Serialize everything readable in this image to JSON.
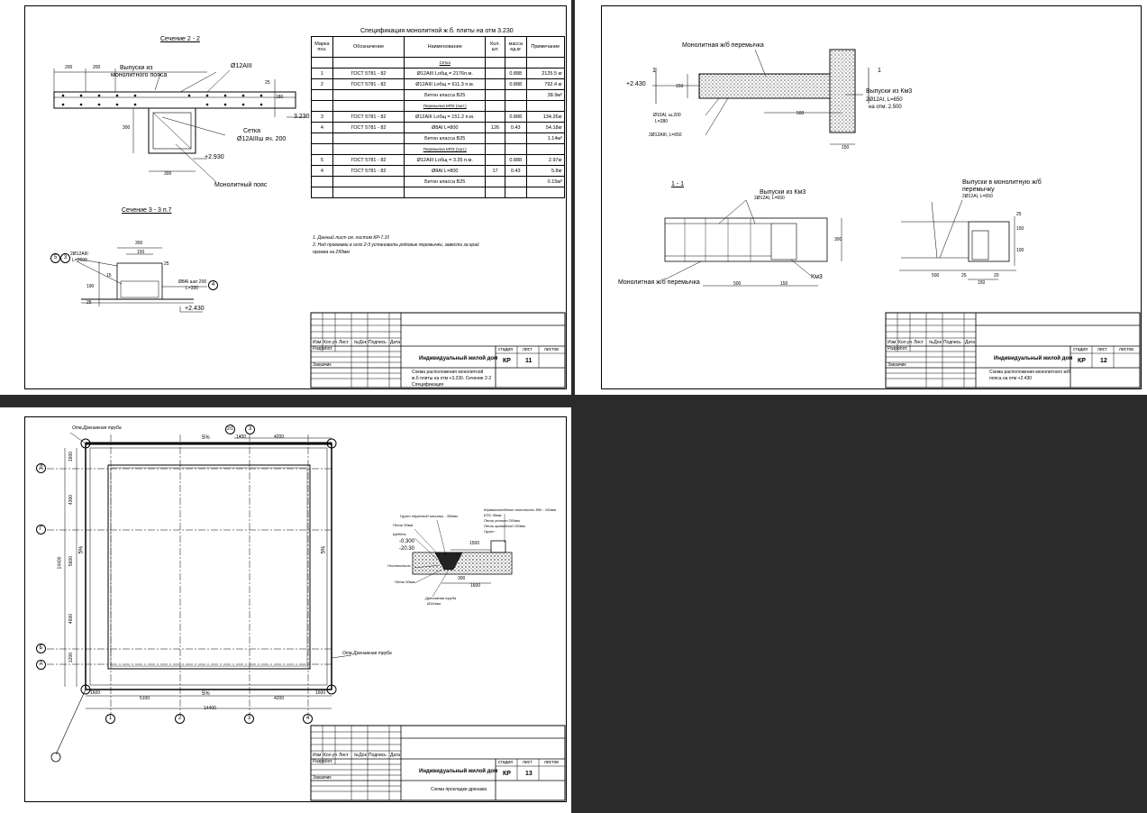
{
  "sheet11": {
    "section_2_title": "Сечение 2 - 2",
    "section_3_title": "Сечение 3 - 3 п.7",
    "labels": {
      "vypuski": "Выпуски из",
      "vypuski2": "монолитного пояса",
      "rebar": "Ø12AIII",
      "setka": "Сетка",
      "setka_spec": "Ø12AIIIш яч. 200",
      "mon_poyas": "Монолитный пояс",
      "mark_3230": "3.230",
      "mark_2930": "+2.930",
      "mark_2430": "+2.430",
      "dim_200a": "200",
      "dim_200b": "200",
      "dim_300a": "300",
      "dim_300b": "300",
      "dim_25": "25",
      "dim_180": "180",
      "s3_rebar": "2Ø12AIII",
      "s3_len": "L=2600",
      "s3_stirrup": "Ø8AI шаг 200",
      "s3_stirrup_len": "L=330",
      "s3_dim_300": "300",
      "s3_dim_150": "150",
      "s3_dim_25a": "25",
      "s3_dim_25b": "25",
      "s3_dim_15": "15",
      "s3_dim_190": "190",
      "circ_3": "3",
      "circ_4": "4",
      "circ_5": "5"
    },
    "spec": {
      "title": "Спецификация монолитной  ж.б. плиты на отм 3.230",
      "headers": [
        "Марка поз.",
        "Обозначение",
        "Наименование",
        "Кол. шт.",
        "масса ед.кг",
        "Примечание"
      ],
      "rows": [
        [
          "",
          "",
          "Сетка",
          "",
          "",
          ""
        ],
        [
          "1",
          "ГОСТ 5781 - 82",
          "Ø12AIII Lобщ = 2176п.м.",
          "",
          "0.888",
          "2125.5 кг"
        ],
        [
          "2",
          "ГОСТ 5781 - 82",
          "Ø12AIII Lобщ = 611.3 п.м.",
          "",
          "0.888",
          "792.4 кг"
        ],
        [
          "",
          "",
          "Бетон  класса В25",
          "",
          "",
          "38.9м³"
        ],
        [
          "",
          "",
          "Перемычка МП2 (4шт.)",
          "",
          "",
          ""
        ],
        [
          "3",
          "ГОСТ 5781 - 82",
          "Ø12AIII Lобщ = 151.2 п.м.",
          "",
          "0.888",
          "134.26кг"
        ],
        [
          "4",
          "ГОСТ 5781 - 82",
          "Ø8AI L=800",
          "126",
          "0.43",
          "54.18кг"
        ],
        [
          "",
          "",
          "Бетон  класса В25",
          "",
          "",
          "1.14м³"
        ],
        [
          "",
          "",
          "Перемычка МП3 (1шт.)",
          "",
          "",
          ""
        ],
        [
          "5",
          "ГОСТ 5781 - 82",
          "Ø12AIII Lобщ = 3.35 п.м.",
          "",
          "0.888",
          "2.97кг"
        ],
        [
          "4",
          "ГОСТ 5781 - 82",
          "Ø8AI L=800",
          "17",
          "0.43",
          "5.8кг"
        ],
        [
          "",
          "",
          "Бетон  класса В25",
          "",
          "",
          "0.15м³"
        ],
        [
          "",
          "",
          "",
          "",
          "",
          ""
        ]
      ]
    },
    "notes": [
      "1. Данный лист  см. листом  КР-7.10",
      "2. Над проемами в осях 2-3 установить рядовые перемычки, завести за край",
      "проема на 250мм"
    ],
    "stamp": {
      "project": "Индивидуальный жилой дом",
      "stadia": "стадия",
      "list": "лист",
      "listov": "листов",
      "code": "КР",
      "num": "11",
      "desc1": "Схема расположения монолитной",
      "desc2": "ж.б плиты на отм +3.230. Сечение 2-2",
      "desc3": "Спецификация",
      "col_izm": "Изм",
      "col_kol": "Кол.уч",
      "col_list": "Лист",
      "col_doc": "№Док",
      "col_sign": "Подпись",
      "col_date": "Дата",
      "razrab": "Разработ.",
      "zakaz": "Заказчик"
    }
  },
  "sheet12": {
    "labels": {
      "mon_per": "Монолитная ж/б перемычка",
      "mark_2430": "+2.430",
      "dim_150": "150",
      "dim_500": "500",
      "dim_150b": "150",
      "vyp_km3": "Выпуски из Км3",
      "vyp_spec": "2Ø12AI, L=650",
      "vyp_otm": "на отм. 2.500",
      "st1": "Ø10AI, ш.200",
      "st1_len": "L=280",
      "st2": "2Ø12AIII, L=650",
      "sec_1": "1",
      "sec_11": "1 - 1",
      "vyp_km3b": "Выпуски из Км3",
      "vyp_specb": "2Ø12AI, L=650",
      "vyp_mon": "Выпуски в монолитную ж/б",
      "vyp_mon2": "перемычку",
      "vyp_mon_spec": "2Ø12AI, L=650",
      "mon_per2": "Монолитная ж/б перемычка",
      "km3": "Км3",
      "d500": "500",
      "d150": "150",
      "d300": "300",
      "d500b": "500",
      "d25": "25",
      "d20": "20",
      "d150b": "150",
      "d150c": "150",
      "d25b": "25",
      "d100": "100"
    },
    "stamp": {
      "project": "Индивидуальный жилой дом",
      "stadia": "стадия",
      "list": "лист",
      "listov": "листов",
      "code": "КР",
      "num": "12",
      "desc1": "Схема расположения монолитного ж/б",
      "desc2": "пояса на отм +2.430",
      "col_izm": "Изм",
      "col_kol": "Кол.уч",
      "col_list": "Лист",
      "col_doc": "№Док",
      "col_sign": "Подпись",
      "col_date": "Дата",
      "razrab": "Разработ.",
      "zakaz": "Заказчик"
    }
  },
  "sheet13": {
    "labels": {
      "slope_top": "5%",
      "slope_left": "5%",
      "slope_right": "5%",
      "slope_bottom": "5%",
      "otv1": "Отв.Дренажная труба",
      "otv2": "Отв.Дренажная труба",
      "d4200a": "4200",
      "d1400": "1400",
      "d1600a": "1600",
      "d4300": "4300",
      "d5600": "5600",
      "d4600": "4600",
      "d1200": "1200",
      "d14400v": "14400",
      "d1600b": "1600",
      "d5100": "5100",
      "d4200b": "4200",
      "d1600c": "1600",
      "d14400h": "14400",
      "ax_D": "Д",
      "ax_G": "Г",
      "ax_B": "Б",
      "ax_A": "А",
      "ax_1": "1",
      "ax_2": "2",
      "ax_3": "3",
      "ax_4": "4",
      "ax_21": "2/1",
      "ax_3t": "3",
      "det_1": "Грунт обратной засыпки - 300мм",
      "det_2": "Песок  50мм",
      "det_3": "Щебень",
      "det_4": "Геотекстиль",
      "det_5": "Песок  50мм",
      "det_6": "Дренажная труба",
      "det_6b": "Ø110мм",
      "det_r1": "Керамзитобетон плотность 800 - 100мм",
      "det_r2": "ЕПС  50мм",
      "det_r3": "Песок уплотн  200мм",
      "det_r4": "Песок гравийный  100мм",
      "det_r5": "Грунт",
      "det_m1": "-0.300",
      "det_m2": "-20.30",
      "det_d1500": "1500",
      "det_d300": "300",
      "det_d1600": "1600"
    },
    "stamp": {
      "project": "Индивидуальный жилой дом",
      "stadia": "стадия",
      "list": "лист",
      "listov": "листов",
      "code": "КР",
      "num": "13",
      "desc1": "Схема прокладки дренажа",
      "col_izm": "Изм",
      "col_kol": "Кол.уч",
      "col_list": "Лист",
      "col_doc": "№Док",
      "col_sign": "Подпись",
      "col_date": "Дата",
      "razrab": "Разработ.",
      "zakaz": "Заказчик"
    }
  }
}
